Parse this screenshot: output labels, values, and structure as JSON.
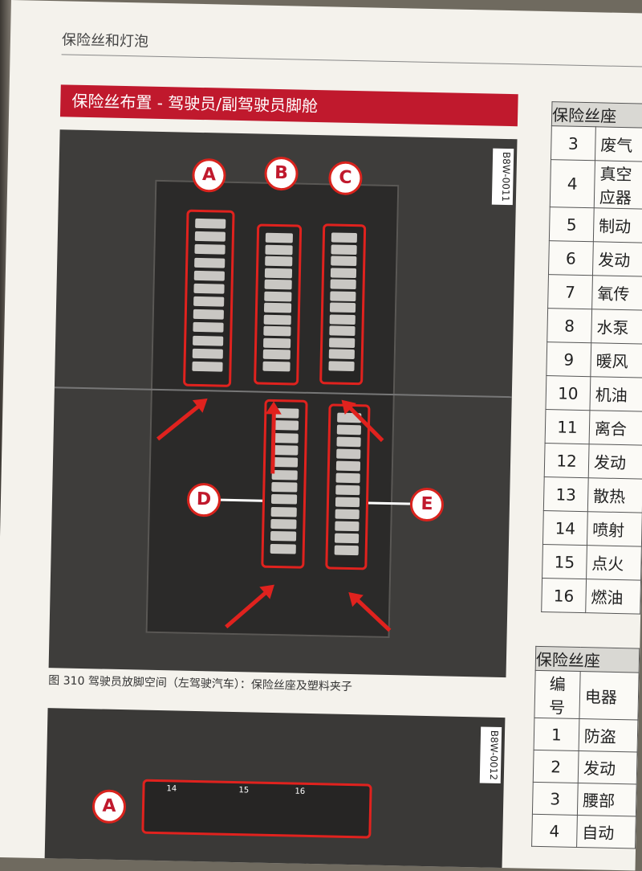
{
  "header": "保险丝和灯泡",
  "section_title": "保险丝布置 - 驾驶员/副驾驶员脚舱",
  "figure1": {
    "code": "B8W-0011",
    "caption": "图 310 驾驶员放脚空间（左驾驶汽车）：保险丝座及塑料夹子"
  },
  "figure2": {
    "code": "B8W-0012"
  },
  "callouts": [
    "A",
    "B",
    "C",
    "D",
    "E"
  ],
  "table1": {
    "header": "保险丝座",
    "rows": [
      [
        "3",
        "废气"
      ],
      [
        "4",
        "真空\n应器"
      ],
      [
        "5",
        "制动"
      ],
      [
        "6",
        "发动"
      ],
      [
        "7",
        "氧传"
      ],
      [
        "8",
        "水泵"
      ],
      [
        "9",
        "暖风"
      ],
      [
        "10",
        "机油"
      ],
      [
        "11",
        "离合"
      ],
      [
        "12",
        "发动"
      ],
      [
        "13",
        "散热"
      ],
      [
        "14",
        "喷射"
      ],
      [
        "15",
        "点火"
      ],
      [
        "16",
        "燃油"
      ]
    ]
  },
  "table2": {
    "header": "保险丝座",
    "col_num": "编\n号",
    "col_item": "电器",
    "rows": [
      [
        "1",
        "防盗"
      ],
      [
        "2",
        "发动"
      ],
      [
        "3",
        "腰部"
      ],
      [
        "4",
        "自动"
      ]
    ]
  },
  "fig2_labels": [
    "14",
    "15",
    "16"
  ]
}
